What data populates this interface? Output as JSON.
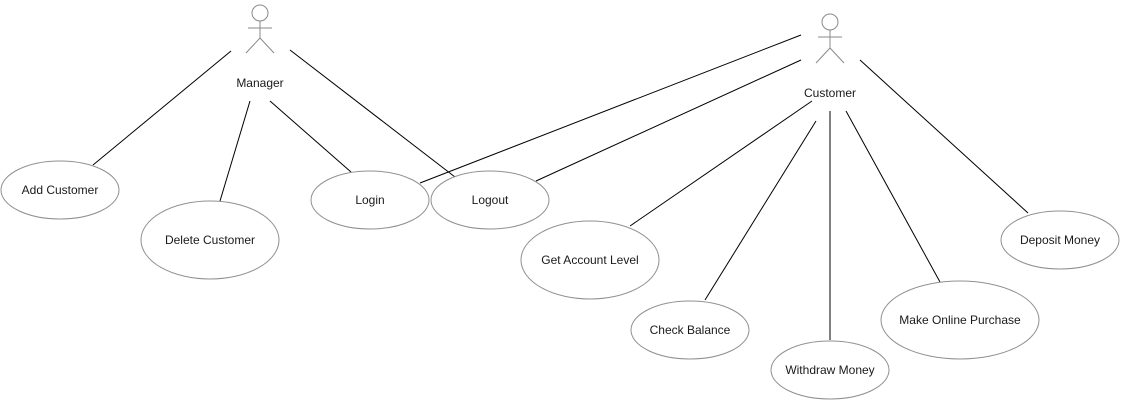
{
  "diagram": {
    "type": "use-case",
    "actors": {
      "manager": "Manager",
      "customer": "Customer"
    },
    "use_cases": {
      "add_customer": "Add Customer",
      "delete_customer": "Delete Customer",
      "login": "Login",
      "logout": "Logout",
      "get_account_level": "Get Account Level",
      "check_balance": "Check Balance",
      "withdraw_money": "Withdraw Money",
      "make_online_purchase": "Make Online Purchase",
      "deposit_money": "Deposit Money"
    },
    "associations": [
      {
        "actor": "Manager",
        "use_case": "Add Customer"
      },
      {
        "actor": "Manager",
        "use_case": "Delete Customer"
      },
      {
        "actor": "Manager",
        "use_case": "Login"
      },
      {
        "actor": "Manager",
        "use_case": "Logout"
      },
      {
        "actor": "Customer",
        "use_case": "Login"
      },
      {
        "actor": "Customer",
        "use_case": "Logout"
      },
      {
        "actor": "Customer",
        "use_case": "Get Account Level"
      },
      {
        "actor": "Customer",
        "use_case": "Check Balance"
      },
      {
        "actor": "Customer",
        "use_case": "Withdraw Money"
      },
      {
        "actor": "Customer",
        "use_case": "Make Online Purchase"
      },
      {
        "actor": "Customer",
        "use_case": "Deposit Money"
      }
    ]
  }
}
